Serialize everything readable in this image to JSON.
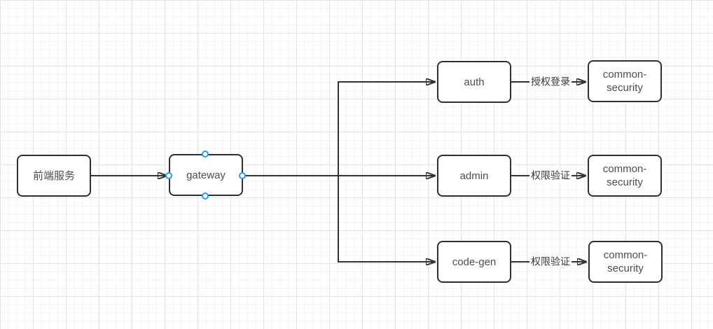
{
  "canvas": {
    "background_color": "#ffffff",
    "grid_minor_color": "#f3f3f4",
    "grid_major_color": "#e4e4e6"
  },
  "diagram": {
    "edge_color": "#333333",
    "node_border_color": "#2f2f2f",
    "node_text_color": "#4d4d4d",
    "selection_accent_color": "#2e9bf0",
    "nodes": [
      {
        "id": "frontend-service",
        "label": "前端服务"
      },
      {
        "id": "gateway",
        "label": "gateway",
        "selected": true
      },
      {
        "id": "auth",
        "label": "auth"
      },
      {
        "id": "admin",
        "label": "admin"
      },
      {
        "id": "code-gen",
        "label": "code-gen"
      },
      {
        "id": "common-security-top",
        "label": "common-security"
      },
      {
        "id": "common-security-mid",
        "label": "common-security"
      },
      {
        "id": "common-security-bot",
        "label": "common-security"
      }
    ],
    "edges": [
      {
        "from": "frontend-service",
        "to": "gateway",
        "label": ""
      },
      {
        "from": "gateway",
        "to": "admin",
        "label": ""
      },
      {
        "from": "gateway",
        "to": "auth",
        "label": ""
      },
      {
        "from": "gateway",
        "to": "code-gen",
        "label": ""
      },
      {
        "from": "auth",
        "to": "common-security-top",
        "label": "授权登录"
      },
      {
        "from": "admin",
        "to": "common-security-mid",
        "label": "权限验证"
      },
      {
        "from": "code-gen",
        "to": "common-security-bot",
        "label": "权限验证"
      }
    ]
  }
}
